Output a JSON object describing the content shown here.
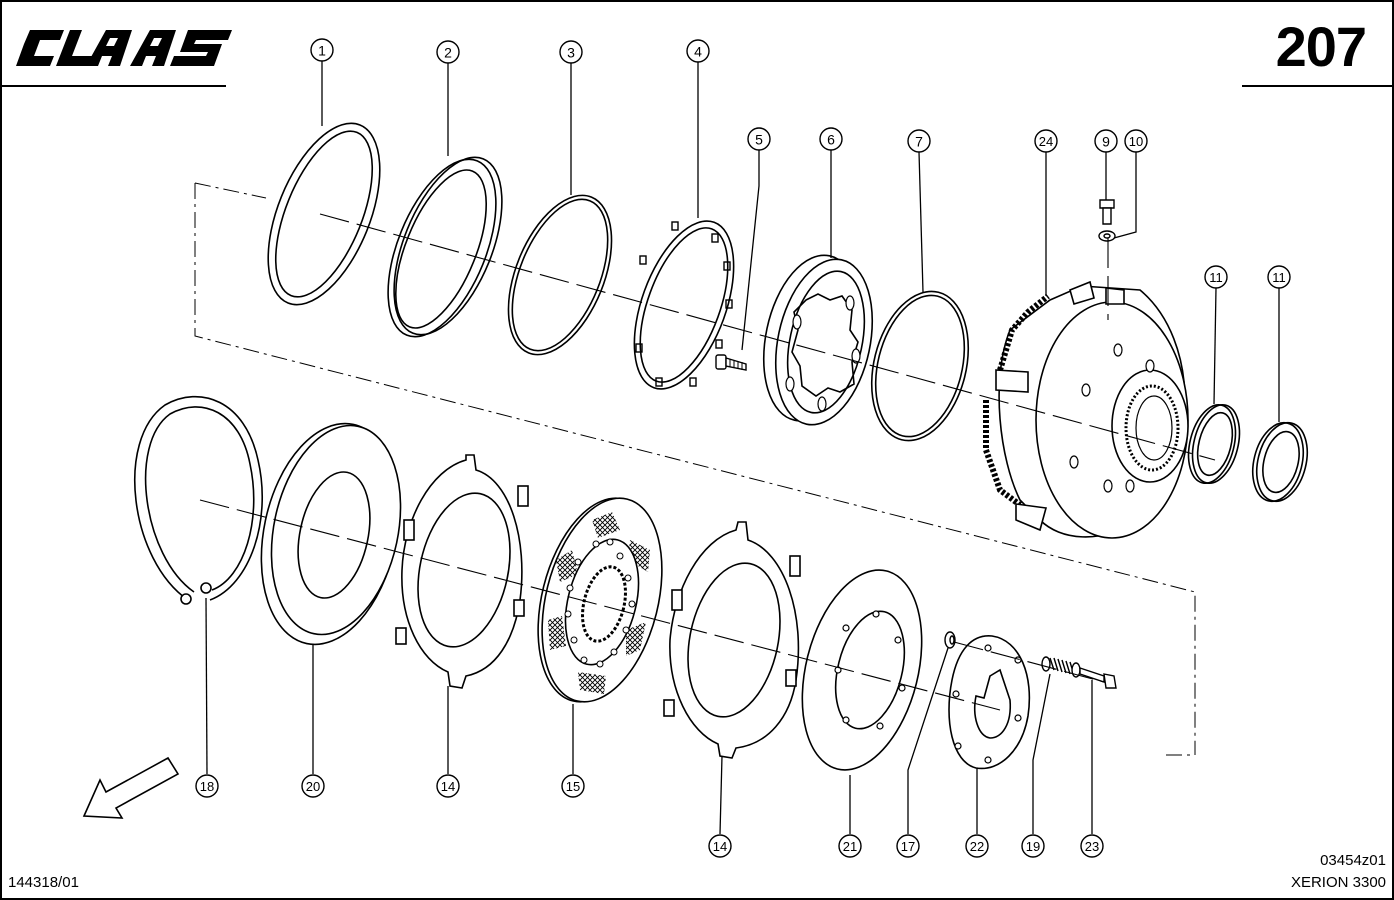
{
  "brand": {
    "name": "CLAAS"
  },
  "page": {
    "number": "207",
    "drawing_code": "03454z01",
    "model": "XERION 3300",
    "doc_number": "144318/01"
  },
  "callouts": [
    "1",
    "2",
    "3",
    "4",
    "5",
    "6",
    "7",
    "24",
    "9",
    "10",
    "11",
    "11",
    "18",
    "20",
    "14",
    "15",
    "14",
    "21",
    "17",
    "22",
    "19",
    "23"
  ],
  "icons": {
    "direction_arrow": "direction-arrow-icon"
  }
}
